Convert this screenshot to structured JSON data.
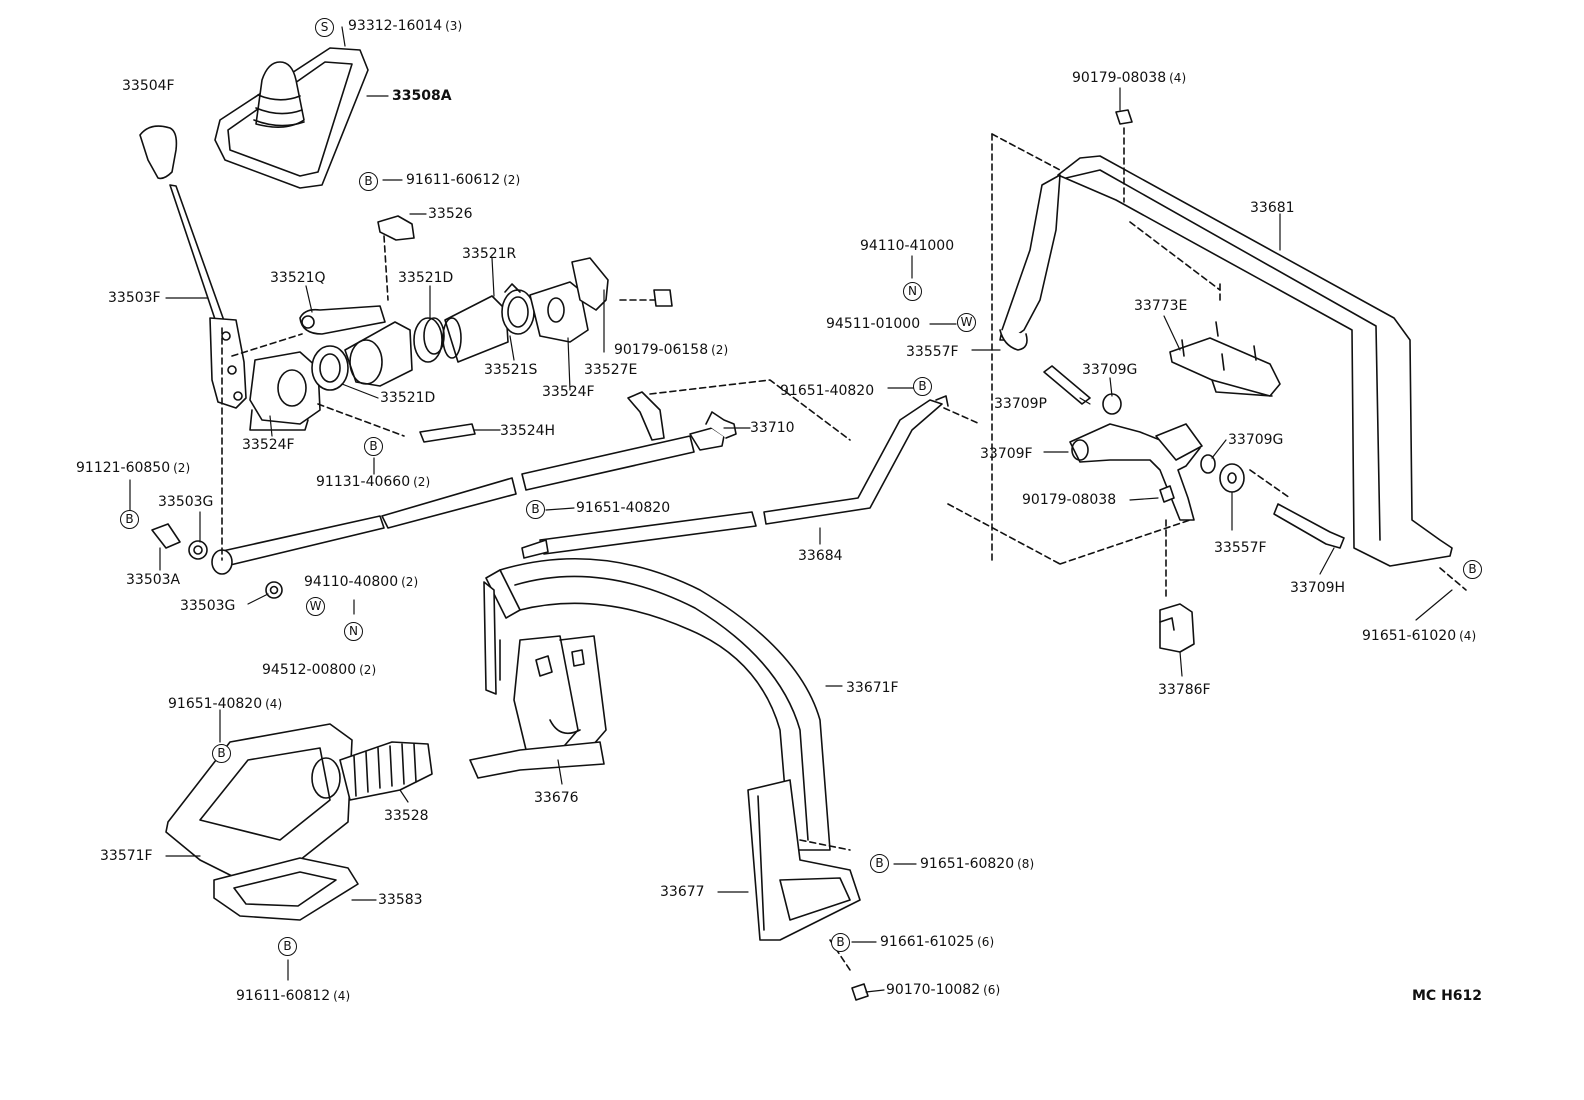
{
  "badges": {
    "S": "S",
    "B": "B",
    "N": "N",
    "W": "W"
  },
  "parts": {
    "p33504F": "33504F",
    "p33508A": "33508A",
    "p93312": "93312-16014",
    "p93312_q": "(3)",
    "p91611_60612": "91611-60612",
    "p91611_60612_q": "(2)",
    "p33526": "33526",
    "p33521R": "33521R",
    "p33521Q": "33521Q",
    "p33521D_top": "33521D",
    "p33503F": "33503F",
    "p90179_06158": "90179-06158",
    "p90179_06158_q": "(2)",
    "p33521S": "33521S",
    "p33527E": "33527E",
    "p33524F_right": "33524F",
    "p33521D_bottom": "33521D",
    "p33524F_left": "33524F",
    "p33524H": "33524H",
    "p91131_40660": "91131-40660",
    "p91131_40660_q": "(2)",
    "p91121_60850": "91121-60850",
    "p91121_60850_q": "(2)",
    "p33503G_top": "33503G",
    "p33503A": "33503A",
    "p33503G_bottom": "33503G",
    "p94110_40800": "94110-40800",
    "p94110_40800_q": "(2)",
    "p94512_00800": "94512-00800",
    "p94512_00800_q": "(2)",
    "p33710": "33710",
    "p91651_40820_a": "91651-40820",
    "p91651_40820_b": "91651-40820",
    "p33684": "33684",
    "p90179_08038_top": "90179-08038",
    "p90179_08038_top_q": "(4)",
    "p33681": "33681",
    "p94110_41000": "94110-41000",
    "p94511_01000": "94511-01000",
    "p33557F_top": "33557F",
    "p33773E": "33773E",
    "p33709G_top": "33709G",
    "p33709P": "33709P",
    "p33709F": "33709F",
    "p33709G_right": "33709G",
    "p90179_08038_mid": "90179-08038",
    "p33557F_bottom": "33557F",
    "p33709H": "33709H",
    "p91651_61020": "91651-61020",
    "p91651_61020_q": "(4)",
    "p33786F": "33786F",
    "p33671F": "33671F",
    "p33676": "33676",
    "p91651_40820_c": "91651-40820",
    "p91651_40820_c_q": "(4)",
    "p33528": "33528",
    "p33571F": "33571F",
    "p33583": "33583",
    "p91611_60812": "91611-60812",
    "p91611_60812_q": "(4)",
    "p33677": "33677",
    "p91651_60820": "91651-60820",
    "p91651_60820_q": "(8)",
    "p91661_61025": "91661-61025",
    "p91661_61025_q": "(6)",
    "p90170_10082": "90170-10082",
    "p90170_10082_q": "(6)"
  },
  "diagram_code": "MC H612"
}
